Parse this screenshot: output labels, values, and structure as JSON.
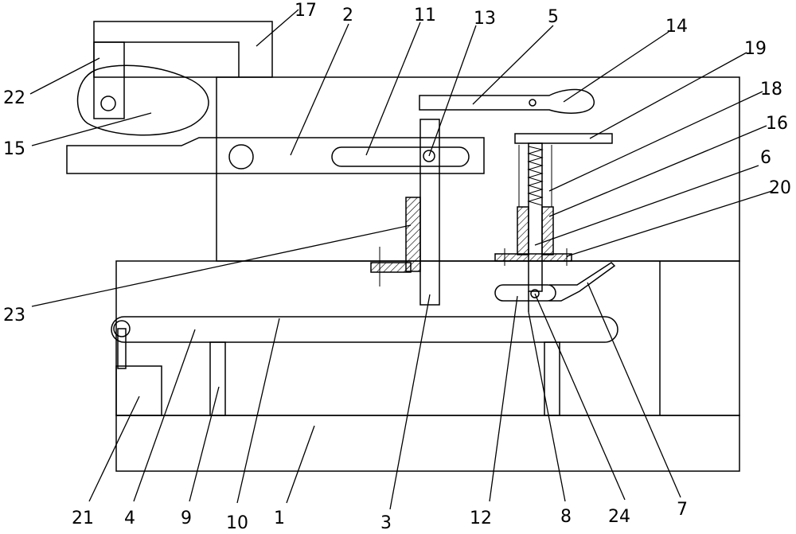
{
  "figure": {
    "stroke_color": "#000000",
    "background": "#ffffff",
    "hatch": "diagonal-hatch"
  },
  "labels": {
    "l1": "1",
    "l2": "2",
    "l3": "3",
    "l4": "4",
    "l5": "5",
    "l6": "6",
    "l7": "7",
    "l8": "8",
    "l9": "9",
    "l10": "10",
    "l11": "11",
    "l12": "12",
    "l13": "13",
    "l14": "14",
    "l15": "15",
    "l16": "16",
    "l17": "17",
    "l18": "18",
    "l19": "19",
    "l20": "20",
    "l21": "21",
    "l22": "22",
    "l23": "23",
    "l24": "24"
  }
}
